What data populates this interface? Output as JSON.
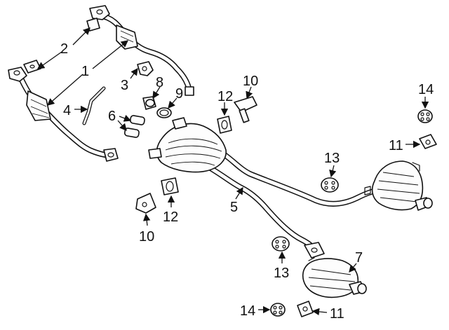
{
  "callouts": [
    {
      "id": "c1",
      "label": "1"
    },
    {
      "id": "c2",
      "label": "2"
    },
    {
      "id": "c3",
      "label": "3"
    },
    {
      "id": "c4",
      "label": "4"
    },
    {
      "id": "c5",
      "label": "5"
    },
    {
      "id": "c6",
      "label": "6"
    },
    {
      "id": "c7",
      "label": "7"
    },
    {
      "id": "c8",
      "label": "8"
    },
    {
      "id": "c9",
      "label": "9"
    },
    {
      "id": "c10a",
      "label": "10"
    },
    {
      "id": "c10b",
      "label": "10"
    },
    {
      "id": "c11a",
      "label": "11"
    },
    {
      "id": "c11b",
      "label": "11"
    },
    {
      "id": "c12a",
      "label": "12"
    },
    {
      "id": "c12b",
      "label": "12"
    },
    {
      "id": "c13a",
      "label": "13"
    },
    {
      "id": "c13b",
      "label": "13"
    },
    {
      "id": "c14a",
      "label": "14"
    },
    {
      "id": "c14b",
      "label": "14"
    }
  ]
}
